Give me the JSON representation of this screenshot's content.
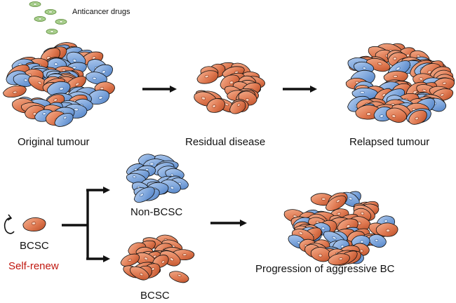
{
  "labels": {
    "drugs": "Anticancer drugs",
    "original": "Original tumour",
    "residual": "Residual disease",
    "relapsed": "Relapsed tumour",
    "non_bcsc": "Non-BCSC",
    "bcsc_left": "BCSC",
    "self_renew": "Self-renew",
    "bcsc_bottom": "BCSC",
    "progression": "Progression of aggressive BC"
  },
  "colors": {
    "blue_cell": "#7ea6dc",
    "red_cell": "#e07a52",
    "drug_pill": "#a9d18e",
    "arrow": "#111111",
    "self_renew_text": "#c0170f"
  },
  "icons": {
    "drug": "green-pill-icon",
    "self_renew": "circular-arrow-icon",
    "transition": "right-arrow-icon",
    "split": "branching-arrow-icon"
  }
}
